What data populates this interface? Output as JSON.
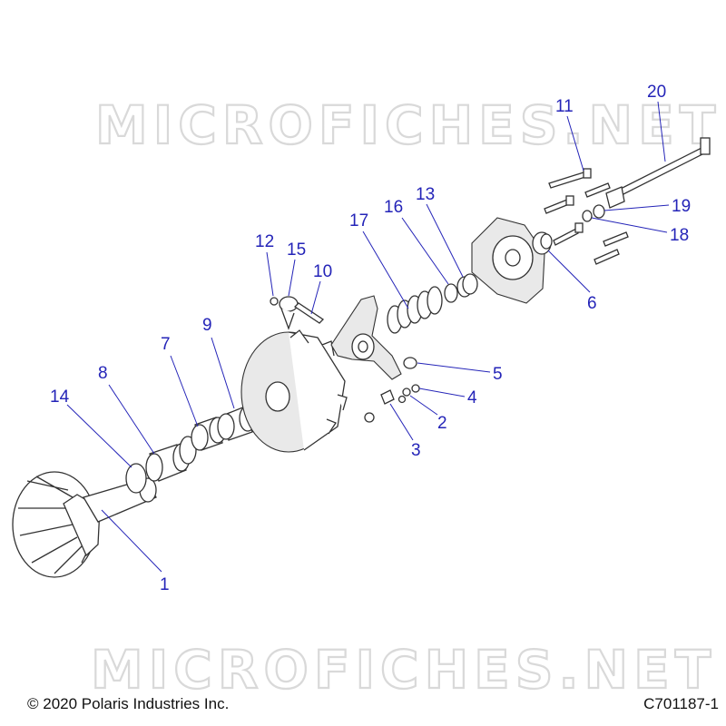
{
  "watermark": "MICROFICHES.NET",
  "copyright": "© 2020 Polaris Industries Inc.",
  "drawing_code": "C701187-1",
  "colors": {
    "callout": "#2424b8",
    "line_art": "#333333",
    "watermark": "#d9d9d9"
  },
  "callouts": {
    "c1": "1",
    "c2": "2",
    "c3": "3",
    "c4": "4",
    "c5": "5",
    "c6": "6",
    "c7": "7",
    "c8": "8",
    "c9": "9",
    "c10": "10",
    "c11": "11",
    "c12": "12",
    "c13": "13",
    "c14": "14",
    "c15": "15",
    "c16": "16",
    "c17": "17",
    "c18": "18",
    "c19": "19",
    "c20": "20"
  }
}
